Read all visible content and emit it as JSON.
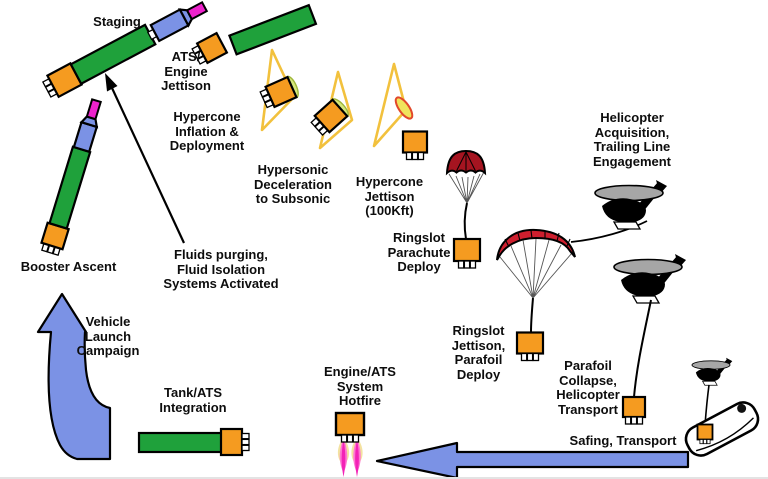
{
  "palette": {
    "green": "#1fa13b",
    "orange": "#f59b20",
    "blue": "#7b92e5",
    "magenta": "#ee22cc",
    "cone_yellow": "#f2c13d",
    "crescent": "#d6e87b",
    "ring_yellow": "#f0e45c",
    "ring_red": "#e2482a",
    "chute_red": "#a51420",
    "parafoil_red": "#ce1f2e",
    "rotor_gray": "#a6a6a6",
    "flame_pink": "#f322b6",
    "flame_glow": "#f3e2a0"
  },
  "labels": {
    "staging": {
      "text": "Staging"
    },
    "ats_engine_jettison": {
      "text": "ATS/\nEngine\nJettison"
    },
    "hypercone_inflation": {
      "text": "Hypercone\nInflation &\nDeployment"
    },
    "hypersonic_decel": {
      "text": "Hypersonic\nDeceleration\nto Subsonic"
    },
    "hypercone_jettison": {
      "text": "Hypercone\nJettison\n(100Kft)"
    },
    "ringslot_deploy": {
      "text": "Ringslot\nParachute\nDeploy"
    },
    "heli_acquisition": {
      "text": "Helicopter\nAcquisition,\nTrailing Line\nEngagement"
    },
    "booster_ascent": {
      "text": "Booster Ascent"
    },
    "fluids_purging": {
      "text": "Fluids purging,\nFluid Isolation\nSystems Activated"
    },
    "vehicle_launch": {
      "text": "Vehicle\nLaunch\nCampaign"
    },
    "tank_integration": {
      "text": "Tank/ATS\nIntegration"
    },
    "hotfire": {
      "text": "Engine/ATS\nSystem\nHotfire"
    },
    "ringslot_jettison": {
      "text": "Ringslot\nJettison,\nParafoil\nDeploy"
    },
    "parafoil_collapse": {
      "text": "Parafoil\nCollapse,\nHelicopter\nTransport"
    },
    "safing_transport": {
      "text": "Safing, Transport"
    }
  },
  "icons": {
    "booster_ascent_rocket": "full launch vehicle (magenta nose, blue upper stage, green booster, orange engine)",
    "staging_booster": "green booster separating from blue upper stage",
    "ats_engine": "orange ATS engine module with nozzles",
    "jettisoned_tank": "green tank body",
    "hypercone": "yellow inflatable decelerator cone",
    "ringslot_parachute": "dark red round parachute",
    "parafoil": "red parafoil canopy",
    "helicopter": "black helicopter silhouette with gray rotor disc",
    "boat": "white recovery boat with outboard motor",
    "hotfire_flames": "pink/yellow engine exhaust plumes",
    "launch_campaign_arrow": "blue curved up arrow",
    "safing_transport_arrow": "blue left arrow",
    "staging_pointer_arrow": "black arrow from fluids note to staging booster"
  }
}
